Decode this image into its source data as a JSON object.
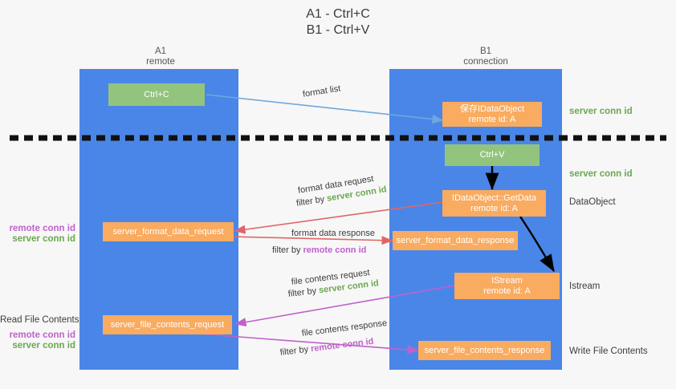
{
  "title": {
    "line1": "A1 - Ctrl+C",
    "line2": "B1 - Ctrl+V"
  },
  "columns": {
    "left": {
      "name": "A1",
      "role": "remote"
    },
    "right": {
      "name": "B1",
      "role": "connection"
    }
  },
  "colors": {
    "lane": "#4a86e8",
    "green_box": "#93c47d",
    "orange_box": "#f9ab60",
    "server_conn_id": "#6aa84f",
    "remote_conn_id": "#c061cb",
    "arrow_blue": "#6fa8dc",
    "arrow_red": "#e06666",
    "arrow_magenta": "#c061cb",
    "arrow_black": "#000000",
    "background": "#f7f7f7"
  },
  "boxes": {
    "ctrl_c": {
      "label": "Ctrl+C",
      "style": "green"
    },
    "save_idataobject": {
      "line1": "保存IDataObject",
      "line2": "remote id: A",
      "style": "orange"
    },
    "ctrl_v": {
      "label": "Ctrl+V",
      "style": "green"
    },
    "getdata": {
      "line1": "IDataObject::GetData",
      "line2": "remote id: A",
      "style": "orange"
    },
    "istream": {
      "line1": "IStream",
      "line2": "remote id: A",
      "style": "orange"
    },
    "server_format_data_request": {
      "label": "server_format_data_request",
      "style": "orange"
    },
    "server_format_data_response": {
      "label": "server_format_data_response",
      "style": "orange"
    },
    "server_file_contents_request": {
      "label": "server_file_contents_request",
      "style": "orange"
    },
    "server_file_contents_response": {
      "label": "server_file_contents_response",
      "style": "orange"
    }
  },
  "annotations": {
    "format_list": "format list",
    "format_data_request": "format data request",
    "format_data_request_filter_prefix": "filter by ",
    "format_data_request_filter_value": "server conn id",
    "format_data_response": "format data response",
    "format_data_response_filter_prefix": "filter by ",
    "format_data_response_filter_value": "remote conn id",
    "file_contents_request": "file contents request",
    "file_contents_request_filter_prefix": "filter by ",
    "file_contents_request_filter_value": "server conn id",
    "file_contents_response": "file contents response",
    "file_contents_response_filter_prefix": "filter by ",
    "file_contents_response_filter_value": "remote conn id"
  },
  "side_labels": {
    "right_server_conn_id_top": "server conn id",
    "right_server_conn_id_mid": "server conn id",
    "right_dataobject": "DataObject",
    "right_istream": "Istream",
    "right_write_file_contents": "Write File Contents",
    "left_remote_conn_id_1": "remote conn id",
    "left_server_conn_id_1": "server conn id",
    "left_read_file_contents": "Read File Contents",
    "left_remote_conn_id_2": "remote conn id",
    "left_server_conn_id_2": "server conn id"
  }
}
